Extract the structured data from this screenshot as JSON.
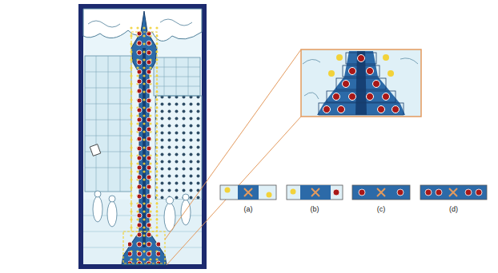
{
  "diagram": {
    "nodes": [
      {
        "text": [
          "(a)"
        ]
      },
      {
        "text": [
          "(b)"
        ]
      },
      {
        "text": [
          "(c)"
        ]
      },
      {
        "text": [
          "(d)"
        ]
      }
    ]
  }
}
